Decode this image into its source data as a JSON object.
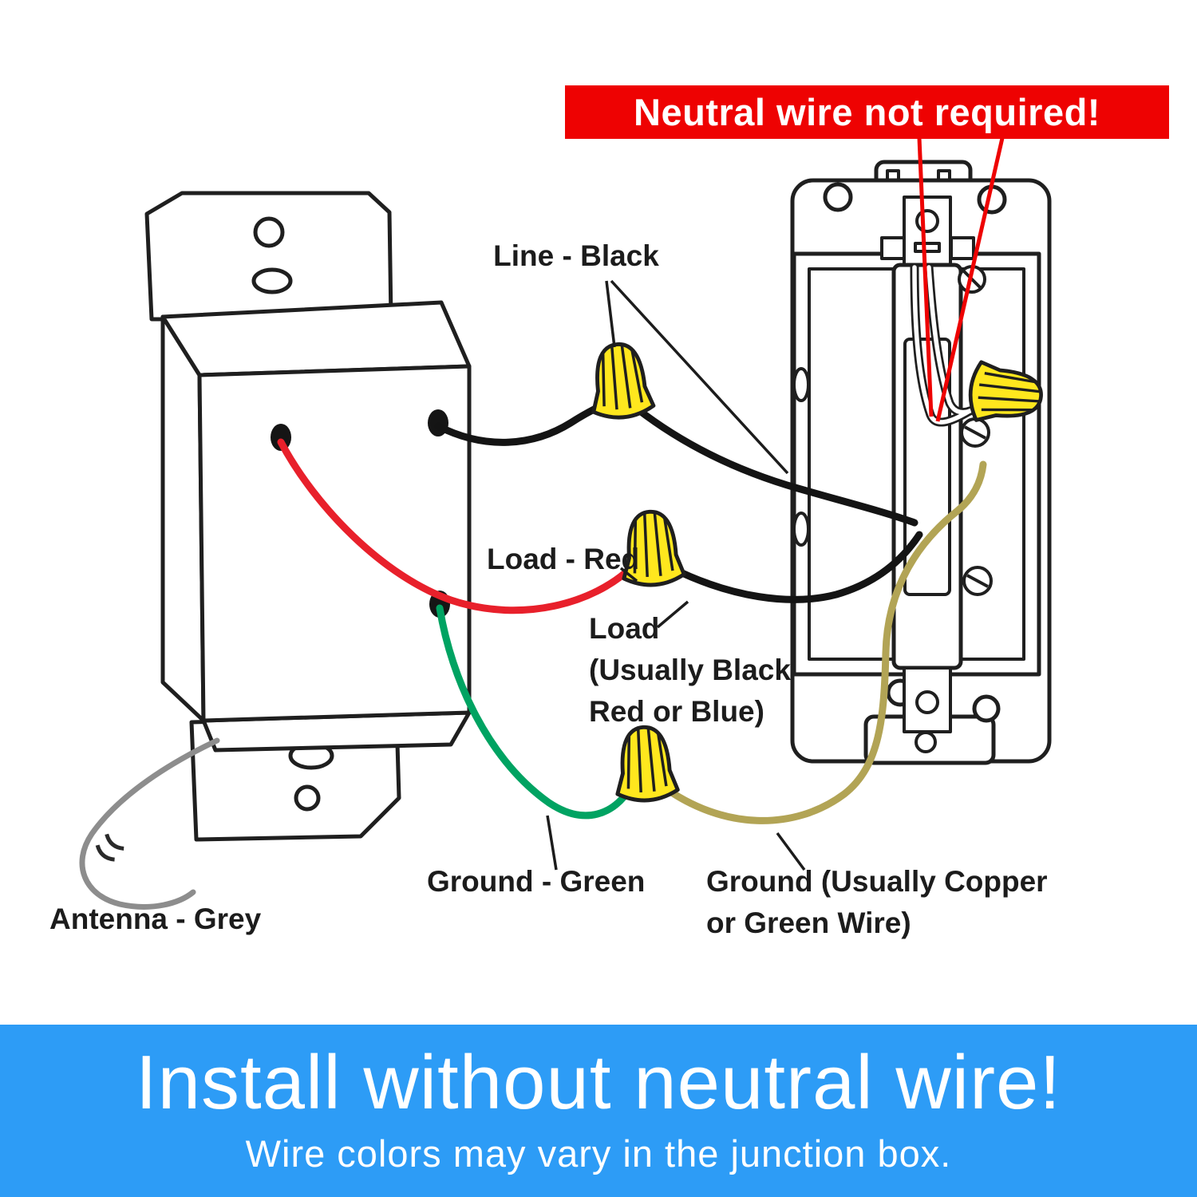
{
  "top_banner": {
    "text": "Neutral wire not required!",
    "background": "#ee0202",
    "text_color": "#ffffff"
  },
  "diagram": {
    "labels": {
      "line": "Line - Black",
      "load": "Load - Red",
      "load_junction_line1": "Load",
      "load_junction_line2": "(Usually Black",
      "load_junction_line3": "Red or Blue)",
      "ground": "Ground - Green",
      "ground_junction_line1": "Ground (Usually Copper",
      "ground_junction_line2": "or Green Wire)",
      "antenna": "Antenna - Grey"
    },
    "colors": {
      "line_wire": "#141414",
      "load_wire": "#e8202b",
      "ground_wire": "#00a362",
      "antenna_wire": "#8d8d8d",
      "junction_ground_wire": "#b2a455",
      "neutral_wire": "#ffffff",
      "wire_nut": "#ffe71e",
      "callout": "#ee0202"
    }
  },
  "bottom_banner": {
    "title": "Install without neutral wire!",
    "subtitle": "Wire colors may vary in the junction box.",
    "background": "#2d9cf6",
    "text_color": "#ffffff"
  }
}
